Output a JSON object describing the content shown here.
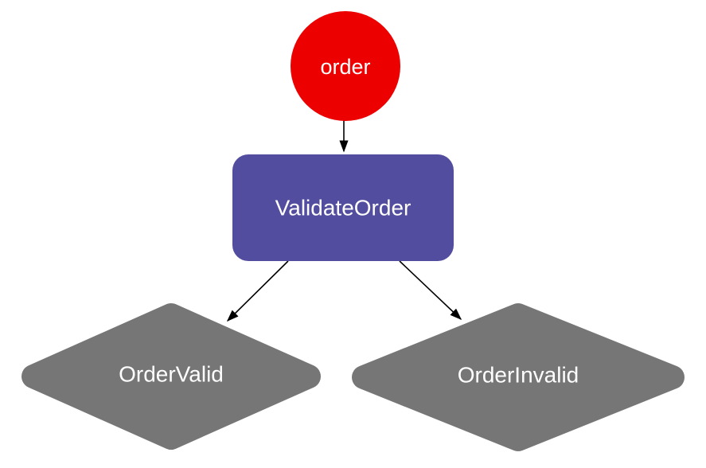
{
  "diagram": {
    "background": "#ffffff",
    "edge_color": "#000000",
    "nodes": {
      "order": {
        "label": "order",
        "shape": "circle",
        "role": "start-event",
        "fill": "#ec0000",
        "text_color": "#ffffff"
      },
      "validate_order": {
        "label": "ValidateOrder",
        "shape": "rounded-rectangle",
        "role": "task",
        "fill": "#524d9e",
        "text_color": "#ffffff"
      },
      "order_valid": {
        "label": "OrderValid",
        "shape": "diamond",
        "role": "outcome",
        "fill": "#767676",
        "text_color": "#ffffff"
      },
      "order_invalid": {
        "label": "OrderInvalid",
        "shape": "diamond",
        "role": "outcome",
        "fill": "#767676",
        "text_color": "#ffffff"
      }
    },
    "edges": [
      {
        "from": "order",
        "to": "validate_order"
      },
      {
        "from": "validate_order",
        "to": "order_valid"
      },
      {
        "from": "validate_order",
        "to": "order_invalid"
      }
    ]
  }
}
